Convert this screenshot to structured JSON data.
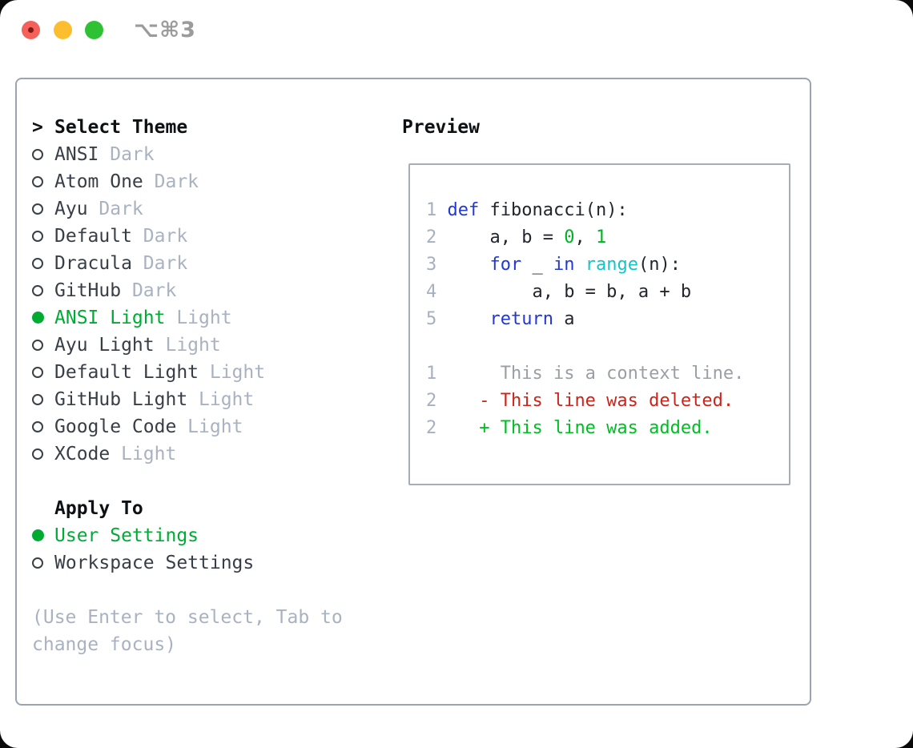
{
  "window": {
    "title": "⌥⌘3",
    "traffic_lights": {
      "close": "#f4605a",
      "minimize": "#fcbd2f",
      "zoom": "#2ec134"
    }
  },
  "theme_picker": {
    "cursor": ">",
    "header": "Select Theme",
    "themes": [
      {
        "name": "ANSI",
        "tag": "Dark",
        "selected": false
      },
      {
        "name": "Atom One",
        "tag": "Dark",
        "selected": false
      },
      {
        "name": "Ayu",
        "tag": "Dark",
        "selected": false
      },
      {
        "name": "Default",
        "tag": "Dark",
        "selected": false
      },
      {
        "name": "Dracula",
        "tag": "Dark",
        "selected": false
      },
      {
        "name": "GitHub",
        "tag": "Dark",
        "selected": false
      },
      {
        "name": "ANSI Light",
        "tag": "Light",
        "selected": true
      },
      {
        "name": "Ayu Light",
        "tag": "Light",
        "selected": false
      },
      {
        "name": "Default Light",
        "tag": "Light",
        "selected": false
      },
      {
        "name": "GitHub Light",
        "tag": "Light",
        "selected": false
      },
      {
        "name": "Google Code",
        "tag": "Light",
        "selected": false
      },
      {
        "name": "XCode",
        "tag": "Light",
        "selected": false
      }
    ]
  },
  "apply_to": {
    "header": "Apply To",
    "options": [
      {
        "name": "User Settings",
        "selected": true
      },
      {
        "name": "Workspace Settings",
        "selected": false
      }
    ]
  },
  "hint": "(Use Enter to select, Tab to change focus)",
  "preview": {
    "header": "Preview",
    "lines": [
      {
        "no": "1",
        "tokens": [
          {
            "c": "kw",
            "t": "def"
          },
          {
            "c": "txt",
            "t": " fibonacci(n):"
          }
        ]
      },
      {
        "no": "2",
        "tokens": [
          {
            "c": "txt",
            "t": "    a, b = "
          },
          {
            "c": "num",
            "t": "0"
          },
          {
            "c": "txt",
            "t": ", "
          },
          {
            "c": "num",
            "t": "1"
          }
        ]
      },
      {
        "no": "3",
        "tokens": [
          {
            "c": "txt",
            "t": "    "
          },
          {
            "c": "kw",
            "t": "for"
          },
          {
            "c": "txt",
            "t": " _ "
          },
          {
            "c": "kw",
            "t": "in"
          },
          {
            "c": "txt",
            "t": " "
          },
          {
            "c": "fn",
            "t": "range"
          },
          {
            "c": "txt",
            "t": "(n):"
          }
        ]
      },
      {
        "no": "4",
        "tokens": [
          {
            "c": "txt",
            "t": "        a, b = b, a + b"
          }
        ]
      },
      {
        "no": "5",
        "tokens": [
          {
            "c": "txt",
            "t": "    "
          },
          {
            "c": "kw",
            "t": "return"
          },
          {
            "c": "txt",
            "t": " a"
          }
        ]
      },
      {
        "no": "",
        "tokens": []
      },
      {
        "no": "1",
        "tokens": [
          {
            "c": "ctx",
            "t": "     This is a context line."
          }
        ]
      },
      {
        "no": "2",
        "tokens": [
          {
            "c": "del",
            "t": "   - This line was deleted."
          }
        ]
      },
      {
        "no": "2",
        "tokens": [
          {
            "c": "add",
            "t": "   + This line was added."
          }
        ]
      }
    ]
  },
  "colors": {
    "accent_green": "#00ab34",
    "keyword_blue": "#2238d4",
    "function_cyan": "#14c4c8",
    "number_green": "#00b321",
    "deleted_red": "#c9251a",
    "added_green": "#00bd23",
    "context_gray": "#9a9fa5",
    "muted_gray": "#a9b2c0",
    "text_dark": "#383e46",
    "lineno_gray": "#a6b0bf",
    "border_gray": "#9ba4b0",
    "traffic_red": "#f4605a",
    "traffic_yellow": "#fcbd2f",
    "traffic_green": "#2ec134"
  }
}
